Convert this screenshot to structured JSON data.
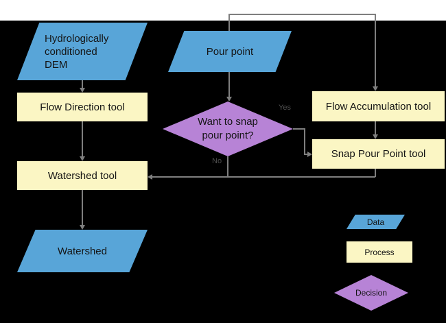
{
  "colors": {
    "canvas_bg": "#000000",
    "margin_bg": "#ffffff",
    "data_fill": "#58a5d8",
    "process_fill": "#fbf6c4",
    "decision_fill": "#b783d6",
    "connector": "#7f7f7f",
    "node_text": "#141414",
    "edge_label_text": "#4f4f4f"
  },
  "nodes": {
    "dem": {
      "label": "Hydrologically conditioned DEM",
      "type": "data"
    },
    "pour_point": {
      "label": "Pour point",
      "type": "data"
    },
    "flow_direction": {
      "label": "Flow Direction tool",
      "type": "process"
    },
    "flow_accumulation": {
      "label": "Flow Accumulation tool",
      "type": "process"
    },
    "snap_pour_point": {
      "label": "Snap Pour Point tool",
      "type": "process"
    },
    "snap_decision": {
      "label": "Want to snap pour point?",
      "type": "decision"
    },
    "watershed_tool": {
      "label": "Watershed tool",
      "type": "process"
    },
    "watershed": {
      "label": "Watershed",
      "type": "data"
    }
  },
  "edge_labels": {
    "yes": "Yes",
    "no": "No"
  },
  "legend": {
    "data": "Data",
    "process": "Process",
    "decision": "Decision"
  }
}
